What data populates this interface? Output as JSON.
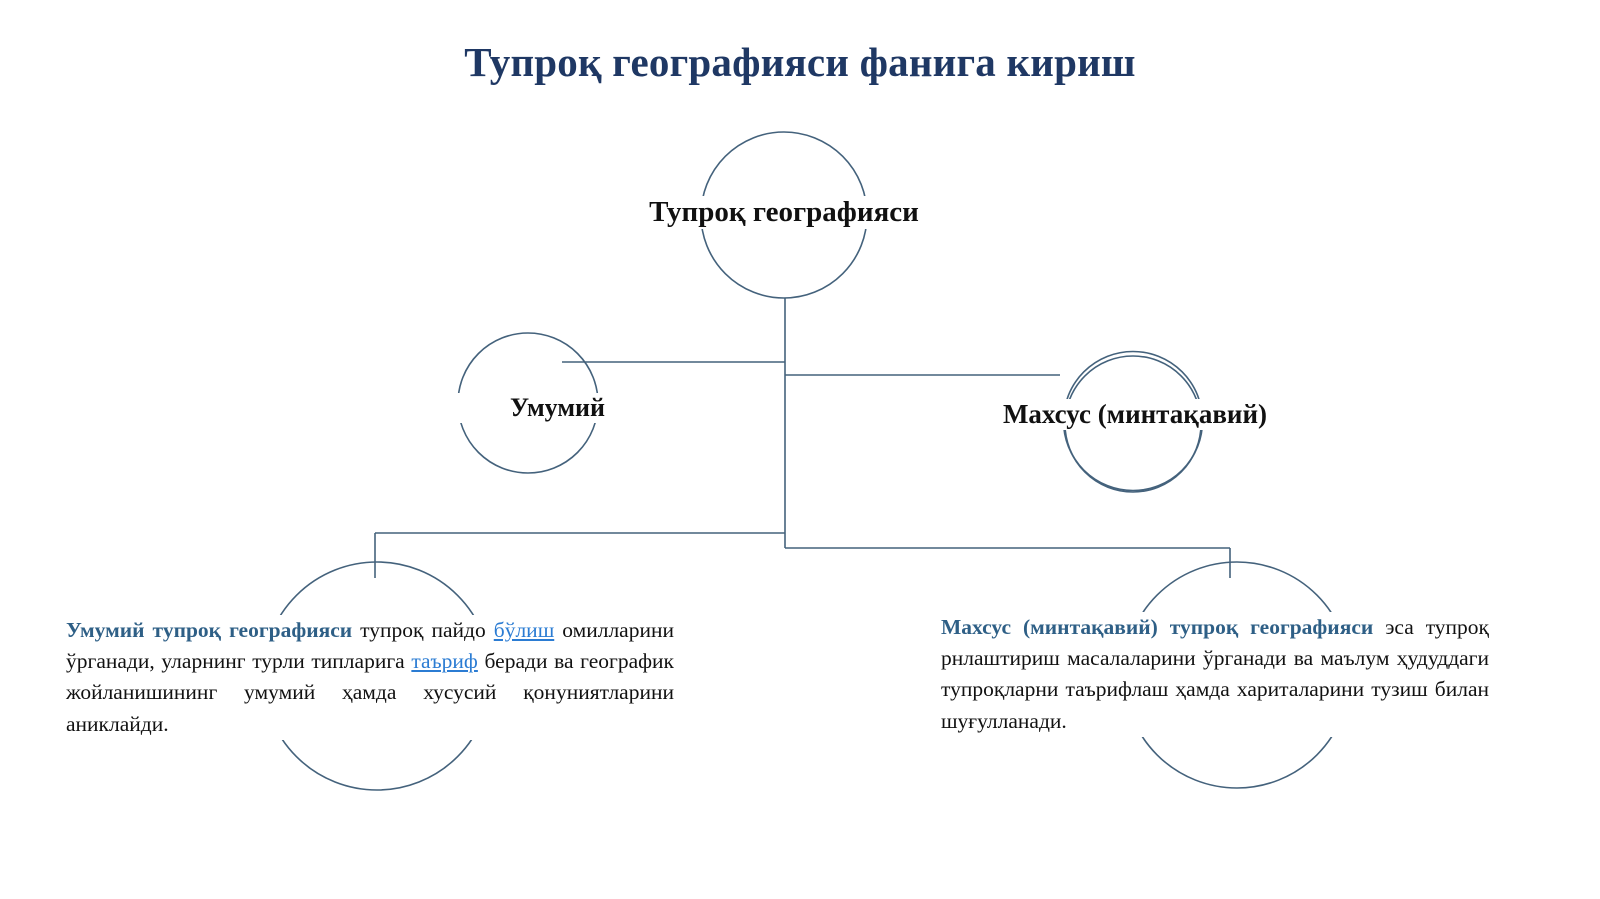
{
  "slide": {
    "title": "Тупроқ географияси фанига кириш",
    "title_color": "#1F3864",
    "background_color": "#ffffff",
    "connector_color": "#44627C"
  },
  "diagram": {
    "type": "hierarchy-tree",
    "nodes": {
      "root": {
        "label": "Тупроқ географияси",
        "shape": "circle"
      },
      "general": {
        "label": "Умумий",
        "shape": "circle"
      },
      "special": {
        "label": "Махсус (минтақавий)",
        "shape": "circle"
      },
      "general_detail": {
        "shape": "circle",
        "lead_in": "Умумий тупроқ географияси",
        "lead_in_color": "#2E5F86",
        "body_part_1": " тупроқ пайдо ",
        "link_1": "бўлиш",
        "body_part_2": " омилларини ўрганади, уларнинг турли типларига ",
        "link_2": "таъриф",
        "body_part_3": " беради ва географик жойланишининг умумий ҳамда хусусий қонуниятларини аниклайди.",
        "link_color": "#2B7CD3"
      },
      "special_detail": {
        "shape": "circle",
        "lead_in": "Махсус (минтақавий) тупроқ географияси",
        "lead_in_color": "#2E5F86",
        "body": " эса тупроқ рнлаштириш масалаларини ўрганади ва маълум ҳудуддаги тупроқларни таърифлаш ҳамда хариталарини тузиш билан шуғулланади."
      }
    }
  }
}
